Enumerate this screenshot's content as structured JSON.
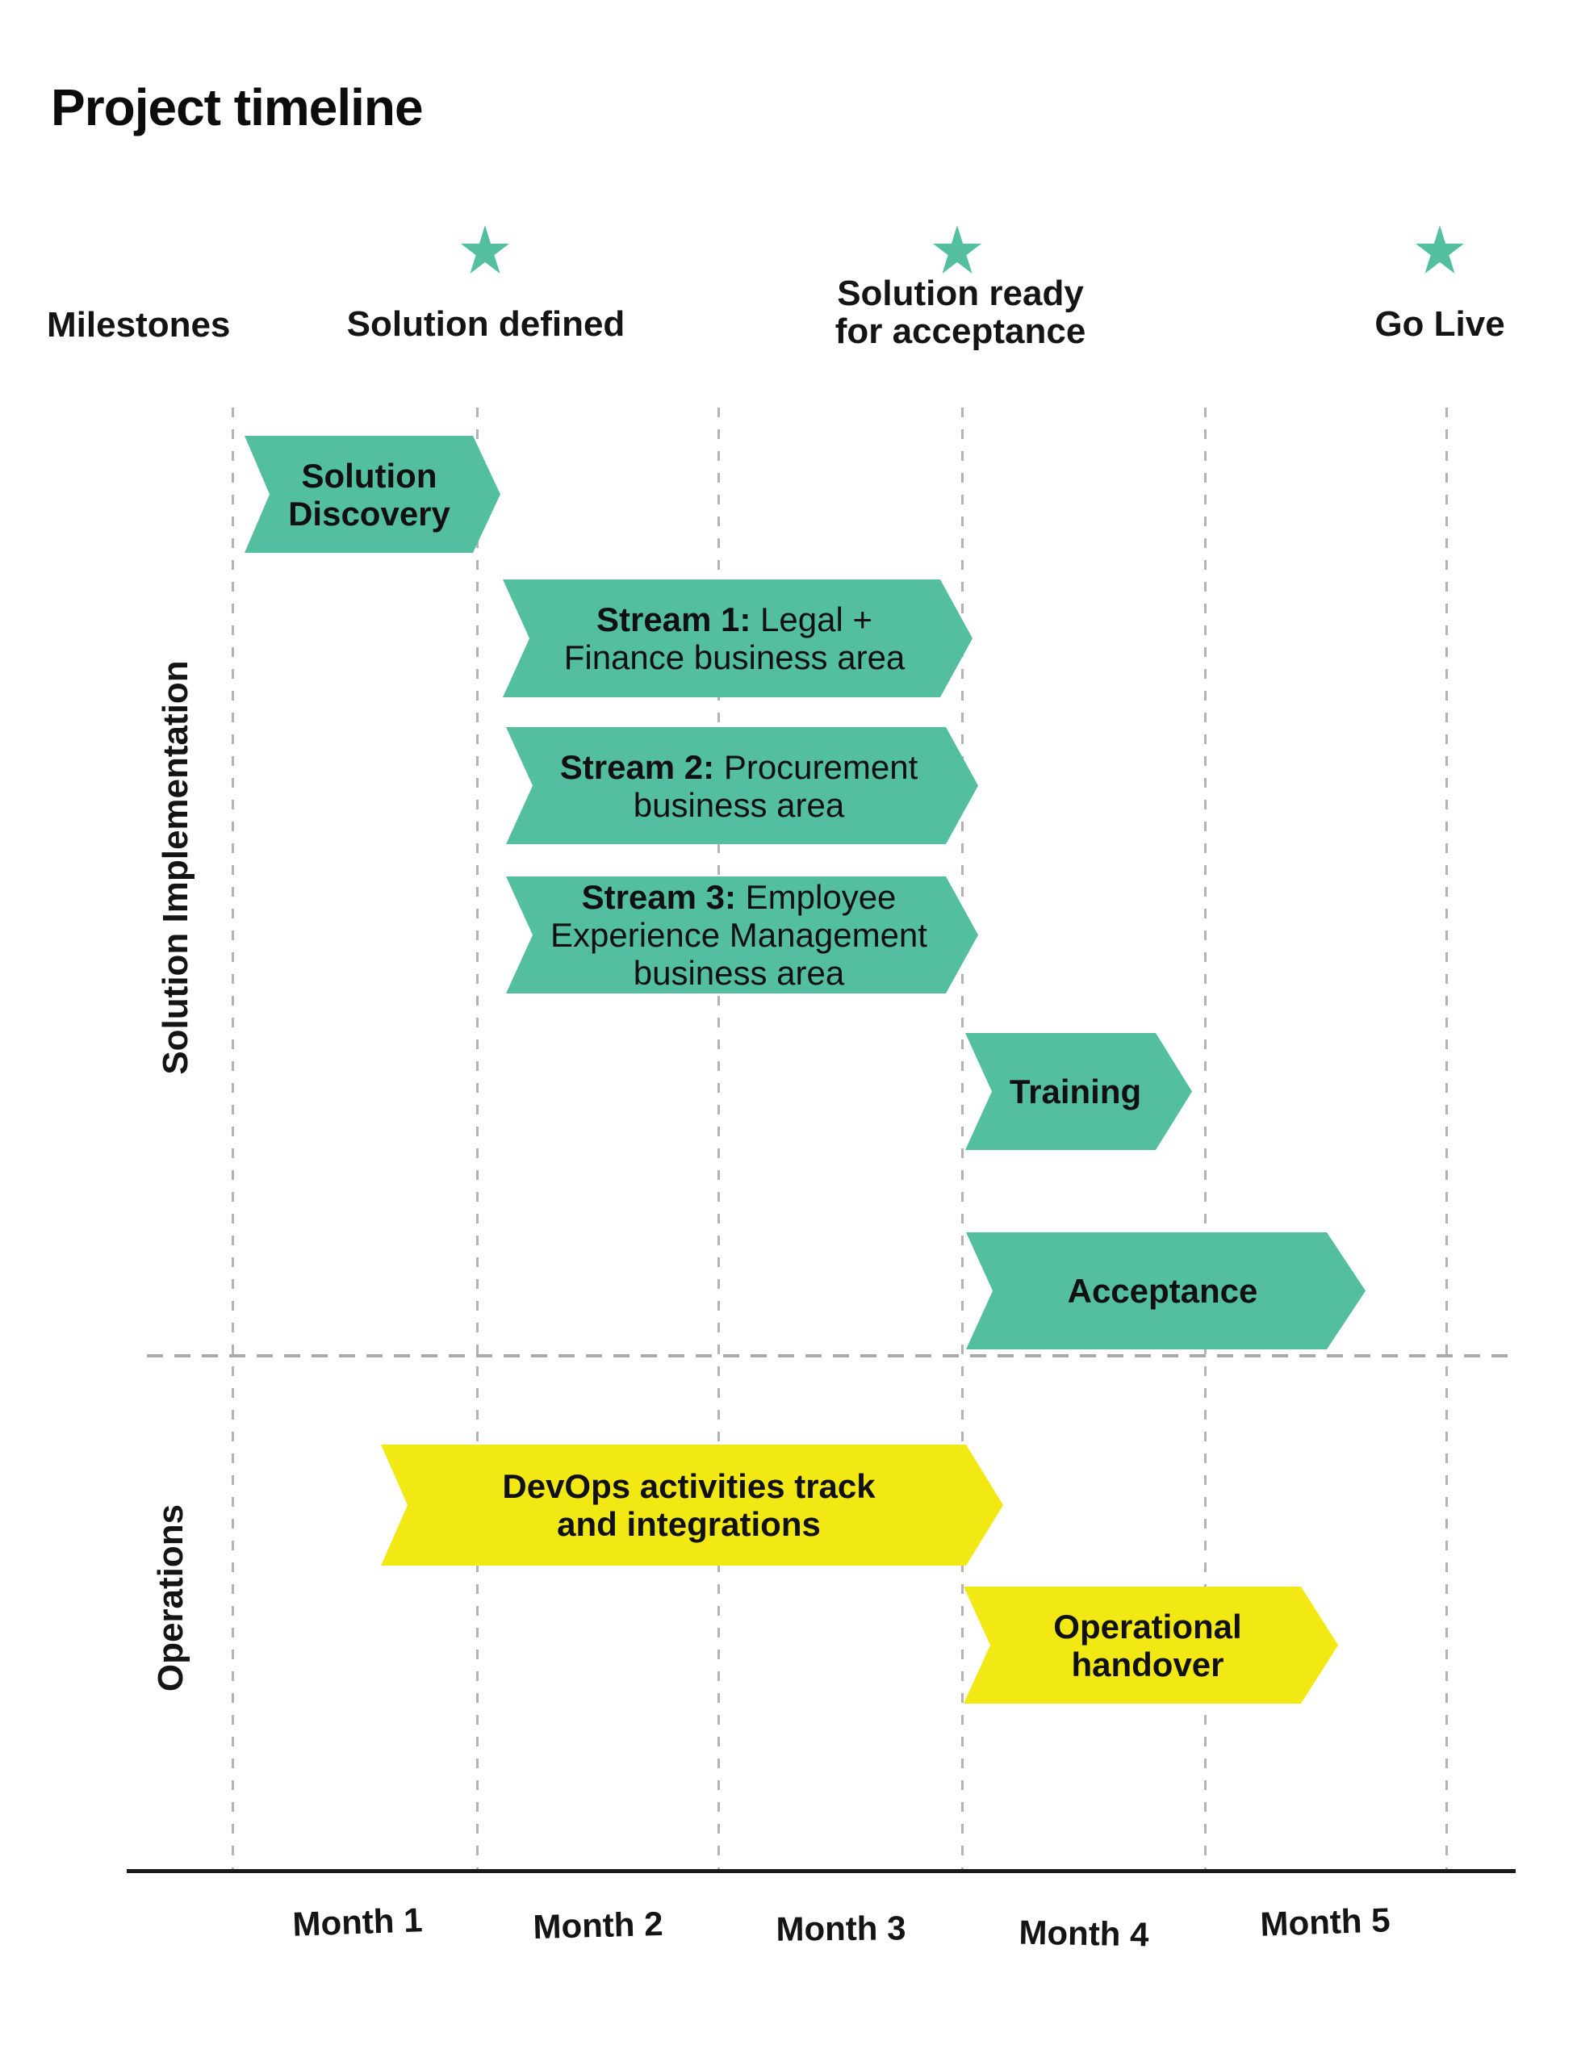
{
  "title": "Project timeline",
  "colors": {
    "teal": "#53bfa0",
    "yellow": "#f1e814",
    "grid": "#b3b3b3",
    "axis": "#1a1a1a",
    "label_text": "#141414"
  },
  "milestones": {
    "row_label": "Milestones",
    "items": [
      {
        "label": "Solution defined"
      },
      {
        "line1": "Solution ready",
        "line2": "for acceptance"
      },
      {
        "label": "Go Live"
      }
    ]
  },
  "sections": [
    {
      "label": "Solution Implementation"
    },
    {
      "label": "Operations"
    }
  ],
  "bars": [
    {
      "id": "solution-discovery",
      "section": "Solution Implementation",
      "color": "teal",
      "lines": [
        {
          "b": "Solution",
          "r": ""
        },
        {
          "b": "Discovery",
          "r": ""
        }
      ]
    },
    {
      "id": "stream-1",
      "section": "Solution Implementation",
      "color": "teal",
      "lines": [
        {
          "b": "Stream 1:",
          "r": " Legal +"
        },
        {
          "b": "",
          "r": "Finance business area"
        }
      ]
    },
    {
      "id": "stream-2",
      "section": "Solution Implementation",
      "color": "teal",
      "lines": [
        {
          "b": "Stream 2:",
          "r": " Procurement"
        },
        {
          "b": "",
          "r": "business area"
        }
      ]
    },
    {
      "id": "stream-3",
      "section": "Solution Implementation",
      "color": "teal",
      "lines": [
        {
          "b": "Stream 3:",
          "r": " Employee"
        },
        {
          "b": "",
          "r": "Experience Management"
        },
        {
          "b": "",
          "r": "business area"
        }
      ]
    },
    {
      "id": "training",
      "section": "Solution Implementation",
      "color": "teal",
      "lines": [
        {
          "b": "Training",
          "r": ""
        }
      ]
    },
    {
      "id": "acceptance",
      "section": "Solution Implementation",
      "color": "teal",
      "lines": [
        {
          "b": "Acceptance",
          "r": ""
        }
      ]
    },
    {
      "id": "devops",
      "section": "Operations",
      "color": "yellow",
      "lines": [
        {
          "b": "DevOps activities track",
          "r": ""
        },
        {
          "b": "and integrations",
          "r": ""
        }
      ]
    },
    {
      "id": "operational-handover",
      "section": "Operations",
      "color": "yellow",
      "lines": [
        {
          "b": "Operational",
          "r": ""
        },
        {
          "b": "handover",
          "r": ""
        }
      ]
    }
  ],
  "months": [
    {
      "label": "Month 1"
    },
    {
      "label": "Month 2"
    },
    {
      "label": "Month 3"
    },
    {
      "label": "Month 4"
    },
    {
      "label": "Month 5"
    }
  ]
}
